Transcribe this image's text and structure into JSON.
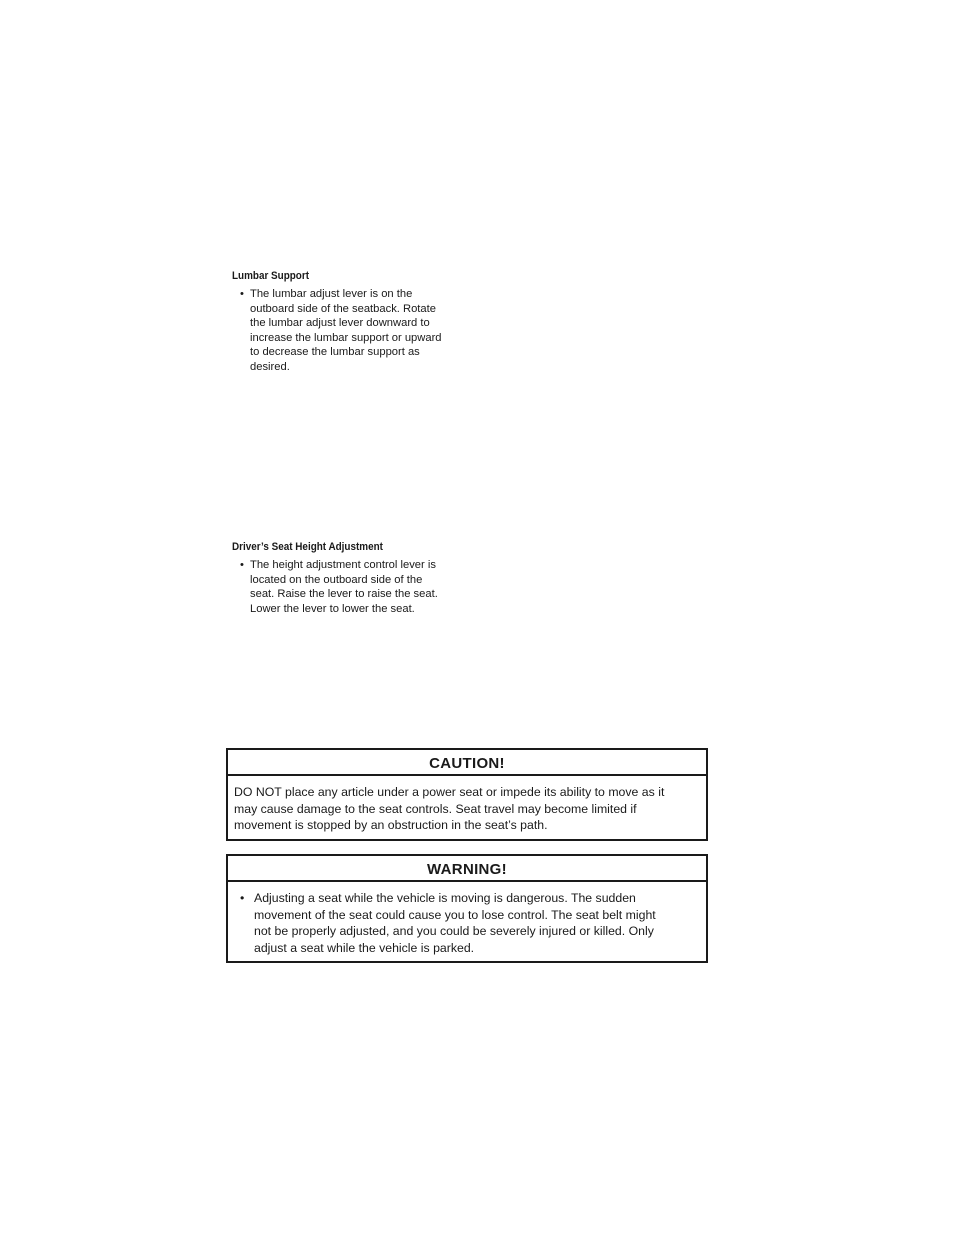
{
  "lumbar": {
    "heading": "Lumbar Support",
    "bullet_lines": [
      "The lumbar adjust lever is on the",
      "outboard side of the seatback. Rotate",
      "the lumbar adjust lever downward to",
      "increase the lumbar support or upward",
      "to decrease the lumbar support as",
      "desired."
    ]
  },
  "height": {
    "heading": "Driver’s Seat Height Adjustment",
    "bullet_lines": [
      "The height adjustment control lever is",
      "located on the outboard side of the",
      "seat. Raise the lever to raise the seat.",
      "Lower the lever to lower the seat."
    ]
  },
  "caution": {
    "title": "CAUTION!",
    "body_lines": [
      "DO NOT place any article under a power seat or impede its ability to move as it",
      "may cause damage to the seat controls. Seat travel may become limited if",
      "movement is stopped by an obstruction in the seat’s path."
    ]
  },
  "warning": {
    "title": "WARNING!",
    "bullet_lines": [
      "Adjusting a seat while the vehicle is moving is dangerous. The sudden",
      "movement of the seat could cause you to lose control. The seat belt might",
      "not be properly adjusted, and you could be severely injured or killed. Only",
      "adjust a seat while the vehicle is parked."
    ]
  },
  "bullet_glyph": "•"
}
